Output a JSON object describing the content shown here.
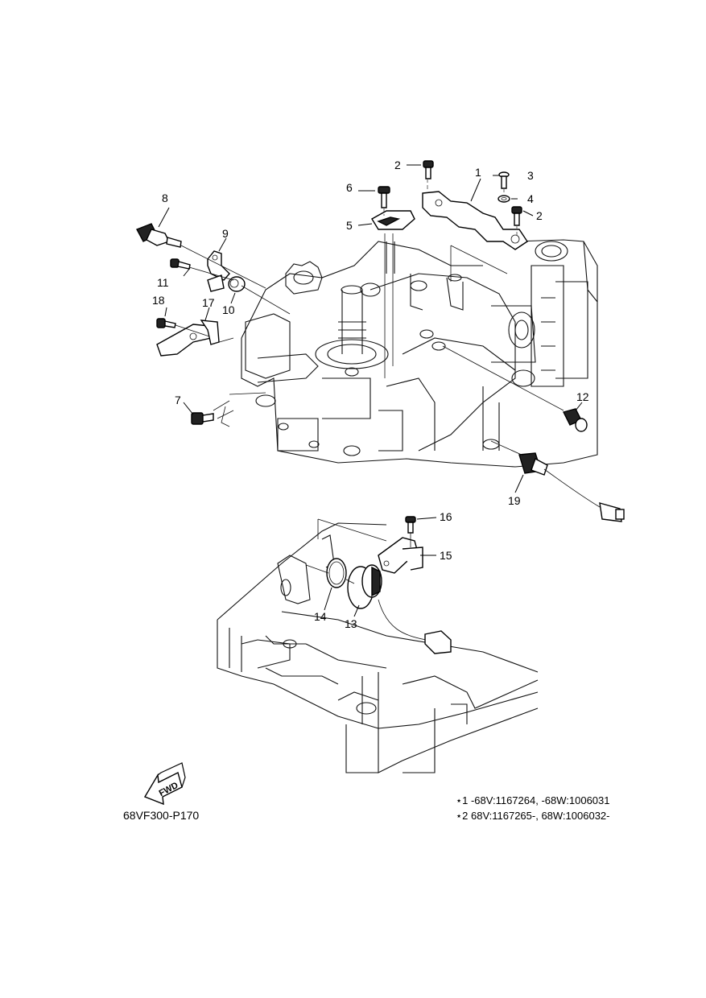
{
  "callouts": [
    {
      "id": "1",
      "label": "1"
    },
    {
      "id": "2a",
      "label": "2"
    },
    {
      "id": "2b",
      "label": "2"
    },
    {
      "id": "3",
      "label": "3"
    },
    {
      "id": "4",
      "label": "4"
    },
    {
      "id": "5",
      "label": "5"
    },
    {
      "id": "6",
      "label": "6"
    },
    {
      "id": "7",
      "label": "7"
    },
    {
      "id": "8",
      "label": "8"
    },
    {
      "id": "9",
      "label": "9"
    },
    {
      "id": "10",
      "label": "10"
    },
    {
      "id": "11",
      "label": "11"
    },
    {
      "id": "12",
      "label": "12"
    },
    {
      "id": "13",
      "label": "13"
    },
    {
      "id": "14",
      "label": "14"
    },
    {
      "id": "15",
      "label": "15"
    },
    {
      "id": "16",
      "label": "16"
    },
    {
      "id": "17",
      "label": "17"
    },
    {
      "id": "18",
      "label": "18"
    },
    {
      "id": "19",
      "label": "19"
    }
  ],
  "direction_arrow": {
    "label": "FWD"
  },
  "diagram_code": "68VF300-P170",
  "notes": [
    "⋆1  -68V:1167264, -68W:1006031",
    "⋆2  68V:1167265-, 68W:1006032-"
  ]
}
